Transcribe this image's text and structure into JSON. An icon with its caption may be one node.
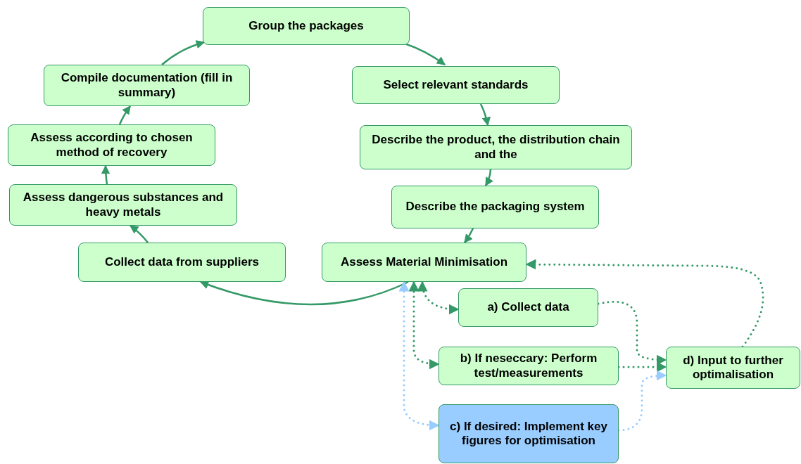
{
  "diagram": {
    "nodes": [
      {
        "text": [
          "Group the packages"
        ]
      },
      {
        "text": [
          "Select relevant standards"
        ]
      },
      {
        "text": [
          "Describe the product, the distribution chain and the"
        ]
      },
      {
        "text": [
          "Describe the packaging system"
        ]
      },
      {
        "text": [
          "Assess Material Minimisation"
        ]
      },
      {
        "text": [
          "Collect data from suppliers"
        ]
      },
      {
        "text": [
          "Assess dangerous substances and heavy metals"
        ]
      },
      {
        "text": [
          "Assess according to chosen method of recovery"
        ]
      },
      {
        "text": [
          "Compile documentation (fill in summary)"
        ]
      },
      {
        "text": [
          "a) Collect data"
        ]
      },
      {
        "text": [
          "b) If neseccary: Perform test/measurements"
        ]
      },
      {
        "text": [
          "c) If desired: Implement key figures for optimisation"
        ]
      },
      {
        "text": [
          "d) Input to further optimalisation"
        ]
      }
    ],
    "edges": [
      {
        "from": 0,
        "to": 1,
        "arrow": "to"
      },
      {
        "from": 1,
        "to": 2,
        "arrow": "to"
      },
      {
        "from": 2,
        "to": 3,
        "arrow": "to"
      },
      {
        "from": 3,
        "to": 4,
        "arrow": "to"
      },
      {
        "from": 4,
        "to": 5,
        "arrow": "to"
      },
      {
        "from": 5,
        "to": 6,
        "arrow": "to"
      },
      {
        "from": 6,
        "to": 7,
        "arrow": "to"
      },
      {
        "from": 7,
        "to": 8,
        "arrow": "to"
      },
      {
        "from": 8,
        "to": 0,
        "arrow": "to"
      },
      {
        "from": 4,
        "to": 9,
        "arrow": "both",
        "style": "dashed"
      },
      {
        "from": 4,
        "to": 10,
        "arrow": "both",
        "style": "dashed"
      },
      {
        "from": 4,
        "to": 11,
        "arrow": "both",
        "style": "dashed",
        "color": "#99ccff"
      },
      {
        "from": 9,
        "to": 12,
        "arrow": "to",
        "style": "dashed"
      },
      {
        "from": 10,
        "to": 12,
        "arrow": "to",
        "style": "dashed"
      },
      {
        "from": 11,
        "to": 12,
        "arrow": "to",
        "style": "dashed",
        "color": "#99ccff"
      },
      {
        "from": 12,
        "to": 4,
        "arrow": "to",
        "style": "dashed"
      }
    ]
  }
}
